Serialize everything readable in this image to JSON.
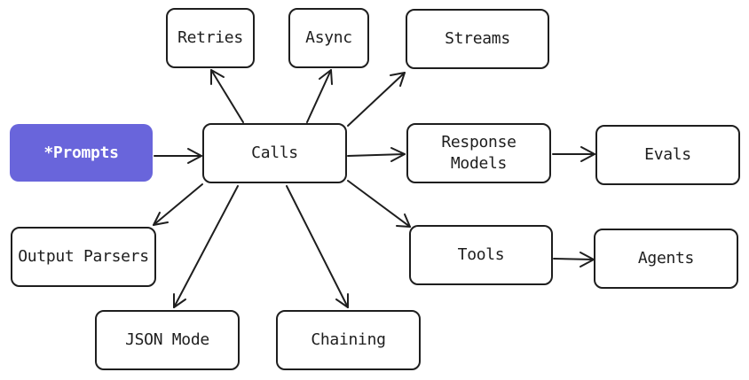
{
  "colors": {
    "stroke": "#1e1e1e",
    "highlight_fill": "#6965db",
    "highlight_text": "#ffffff"
  },
  "nodes": {
    "prompts": "*Prompts",
    "calls": "Calls",
    "retries": "Retries",
    "async": "Async",
    "streams": "Streams",
    "response_models": "Response\nModels",
    "evals": "Evals",
    "output_parsers": "Output Parsers",
    "tools": "Tools",
    "agents": "Agents",
    "json_mode": "JSON Mode",
    "chaining": "Chaining"
  }
}
